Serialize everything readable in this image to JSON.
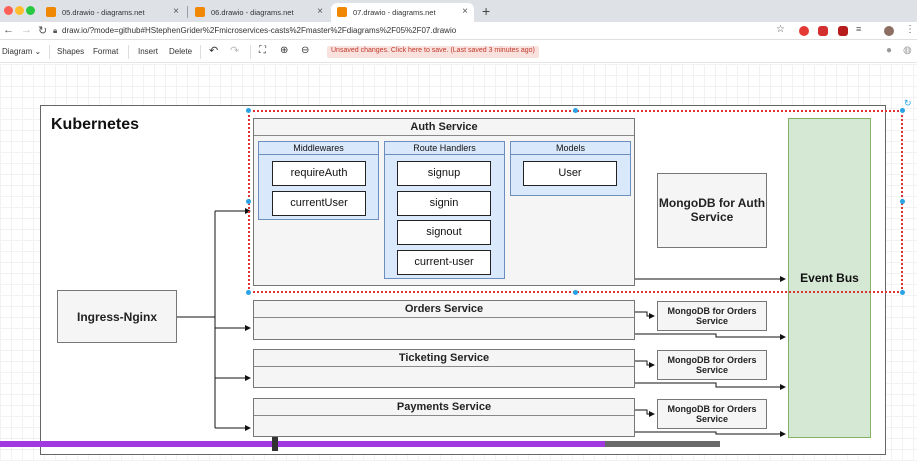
{
  "browser": {
    "tabs": [
      {
        "label": "05.drawio - diagrams.net"
      },
      {
        "label": "06.drawio - diagrams.net"
      },
      {
        "label": "07.drawio - diagrams.net"
      }
    ],
    "url": "draw.io/?mode=github#HStephenGrider%2Fmicroservices-casts%2Fmaster%2Fdiagrams%2F05%2F07.drawio"
  },
  "toolbar": {
    "diagram": "Diagram",
    "shapes": "Shapes",
    "format": "Format",
    "insert": "Insert",
    "delete": "Delete",
    "unsaved": "Unsaved changes. Click here to save. (Last saved 3 minutes ago)"
  },
  "diagram": {
    "cluster_title": "Kubernetes",
    "ingress": "Ingress-Nginx",
    "auth_service": {
      "title": "Auth Service",
      "middlewares": {
        "title": "Middlewares",
        "items": [
          "requireAuth",
          "currentUser"
        ]
      },
      "route_handlers": {
        "title": "Route Handlers",
        "items": [
          "signup",
          "signin",
          "signout",
          "current-user"
        ]
      },
      "models": {
        "title": "Models",
        "items": [
          "User"
        ]
      }
    },
    "auth_db": "MongoDB for Auth Service",
    "orders_service": "Orders Service",
    "orders_db": "MongoDB for Orders Service",
    "ticketing_service": "Ticketing Service",
    "ticketing_db": "MongoDB for Orders Service",
    "payments_service": "Payments Service",
    "payments_db": "MongoDB for Orders Service",
    "event_bus": "Event Bus"
  },
  "colors": {
    "group_fill": "#dae8fc",
    "event_bus_fill": "#d5e8d4",
    "selection": "#dd3333",
    "scroll_fill": "#a238e0"
  }
}
